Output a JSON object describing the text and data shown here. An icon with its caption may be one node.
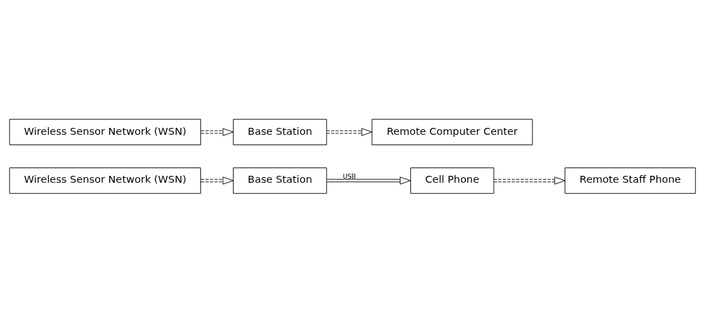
{
  "diagram": {
    "nodes": [
      {
        "text": [
          "Wireless Sensor Network (WSN)"
        ]
      },
      {
        "text": [
          "Base Station"
        ]
      },
      {
        "text": [
          "Cell Phone"
        ]
      },
      {
        "text": [
          "Remote Staff Phone"
        ]
      },
      {
        "text": [
          "Wireless Sensor Network (WSN)"
        ]
      },
      {
        "text": [
          "Base Station"
        ]
      },
      {
        "text": [
          "Remote Computer Center"
        ]
      }
    ],
    "edges": [
      {
        "from": 0,
        "to": 1,
        "arrow": "to",
        "style": "dashed"
      },
      {
        "from": 1,
        "to": 2,
        "arrow": "to",
        "label": "USB"
      },
      {
        "from": 2,
        "to": 3,
        "arrow": "to",
        "style": "dashed"
      },
      {
        "from": 4,
        "to": 5,
        "arrow": "to",
        "style": "dashed"
      },
      {
        "from": 5,
        "to": 6,
        "arrow": "to",
        "style": "dashed"
      }
    ]
  }
}
